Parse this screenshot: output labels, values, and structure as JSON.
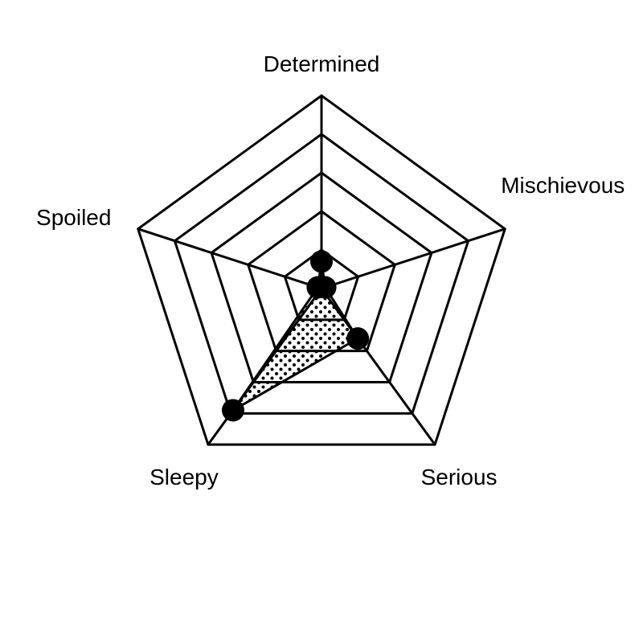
{
  "chart_data": {
    "type": "radar",
    "axes": [
      "Determined",
      "Mischievous",
      "Serious",
      "Sleepy",
      "Spoiled"
    ],
    "values": [
      0.7,
      0.1,
      1.6,
      3.9,
      0.1
    ],
    "rlim": [
      0,
      5
    ],
    "grid_levels": [
      1,
      2,
      3,
      4,
      5
    ],
    "grid": true,
    "fill_pattern": "dots",
    "colors": {
      "line": "#000000",
      "fill_dots": "#000000",
      "background": "#ffffff"
    }
  }
}
